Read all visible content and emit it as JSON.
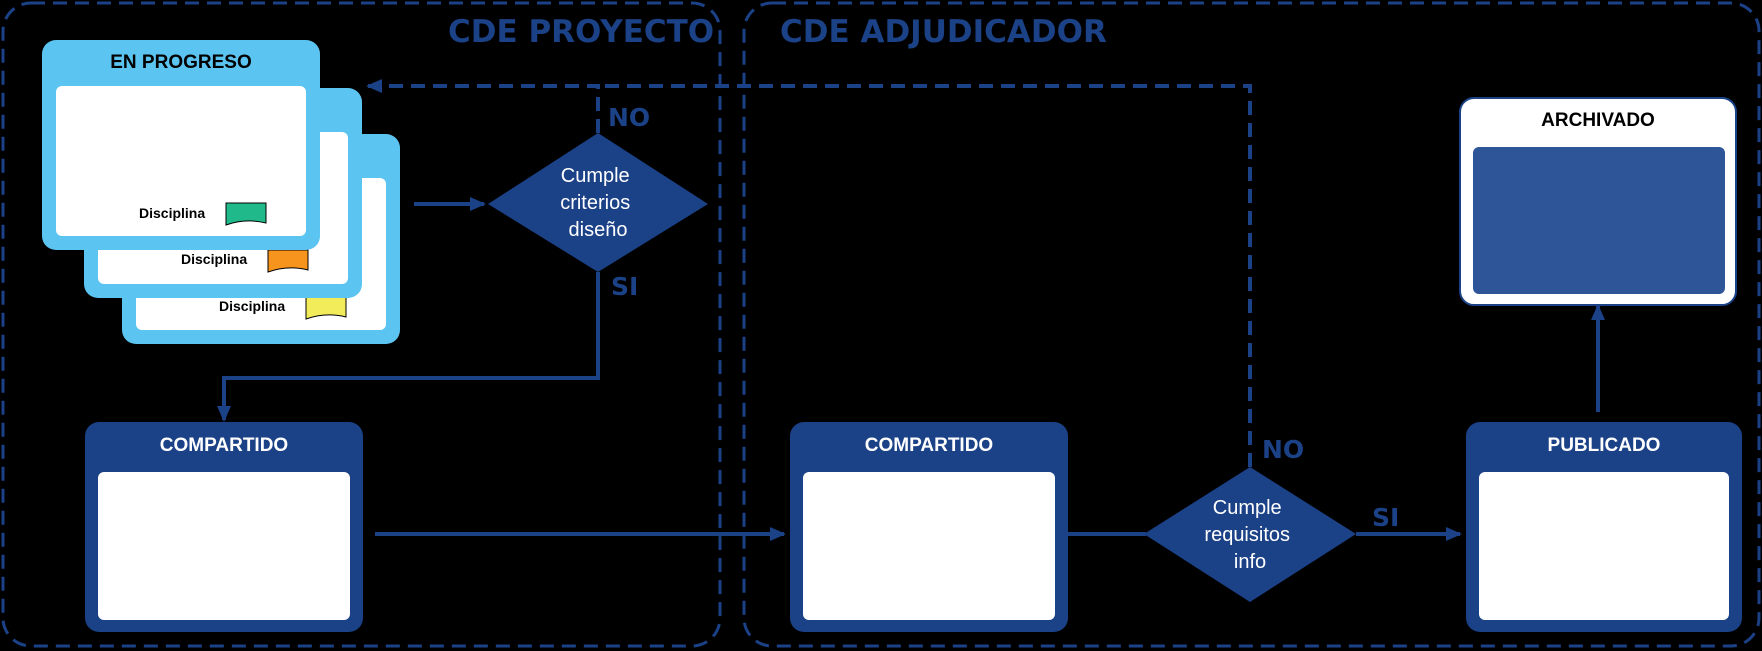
{
  "regions": {
    "proyecto": "CDE PROYECTO",
    "adjudicador": "CDE ADJUDICADOR"
  },
  "states": {
    "en_progreso": "EN PROGRESO",
    "compartido_proyecto": "COMPARTIDO",
    "compartido_adjudicador": "COMPARTIDO",
    "publicado": "PUBLICADO",
    "archivado": "ARCHIVADO"
  },
  "disciplines": [
    {
      "label": "Disciplina",
      "flag_color": "#1fb98a"
    },
    {
      "label": "Disciplina",
      "flag_color": "#f7941d"
    },
    {
      "label": "Disciplina",
      "flag_color": "#f2ec5a"
    }
  ],
  "decisions": {
    "design": {
      "line1": "Cumple",
      "line2": "criterios",
      "line3": "diseño"
    },
    "info": {
      "line1": "Cumple",
      "line2": "requisitos",
      "line3": "info"
    }
  },
  "branches": {
    "design_no": "NO",
    "design_si": "SI",
    "info_no": "NO",
    "info_si": "SI"
  },
  "colors": {
    "navy": "#1b4187",
    "light_blue": "#5bc4f0",
    "archived_fill": "#2e5597",
    "white": "#ffffff",
    "background": "#000000"
  }
}
